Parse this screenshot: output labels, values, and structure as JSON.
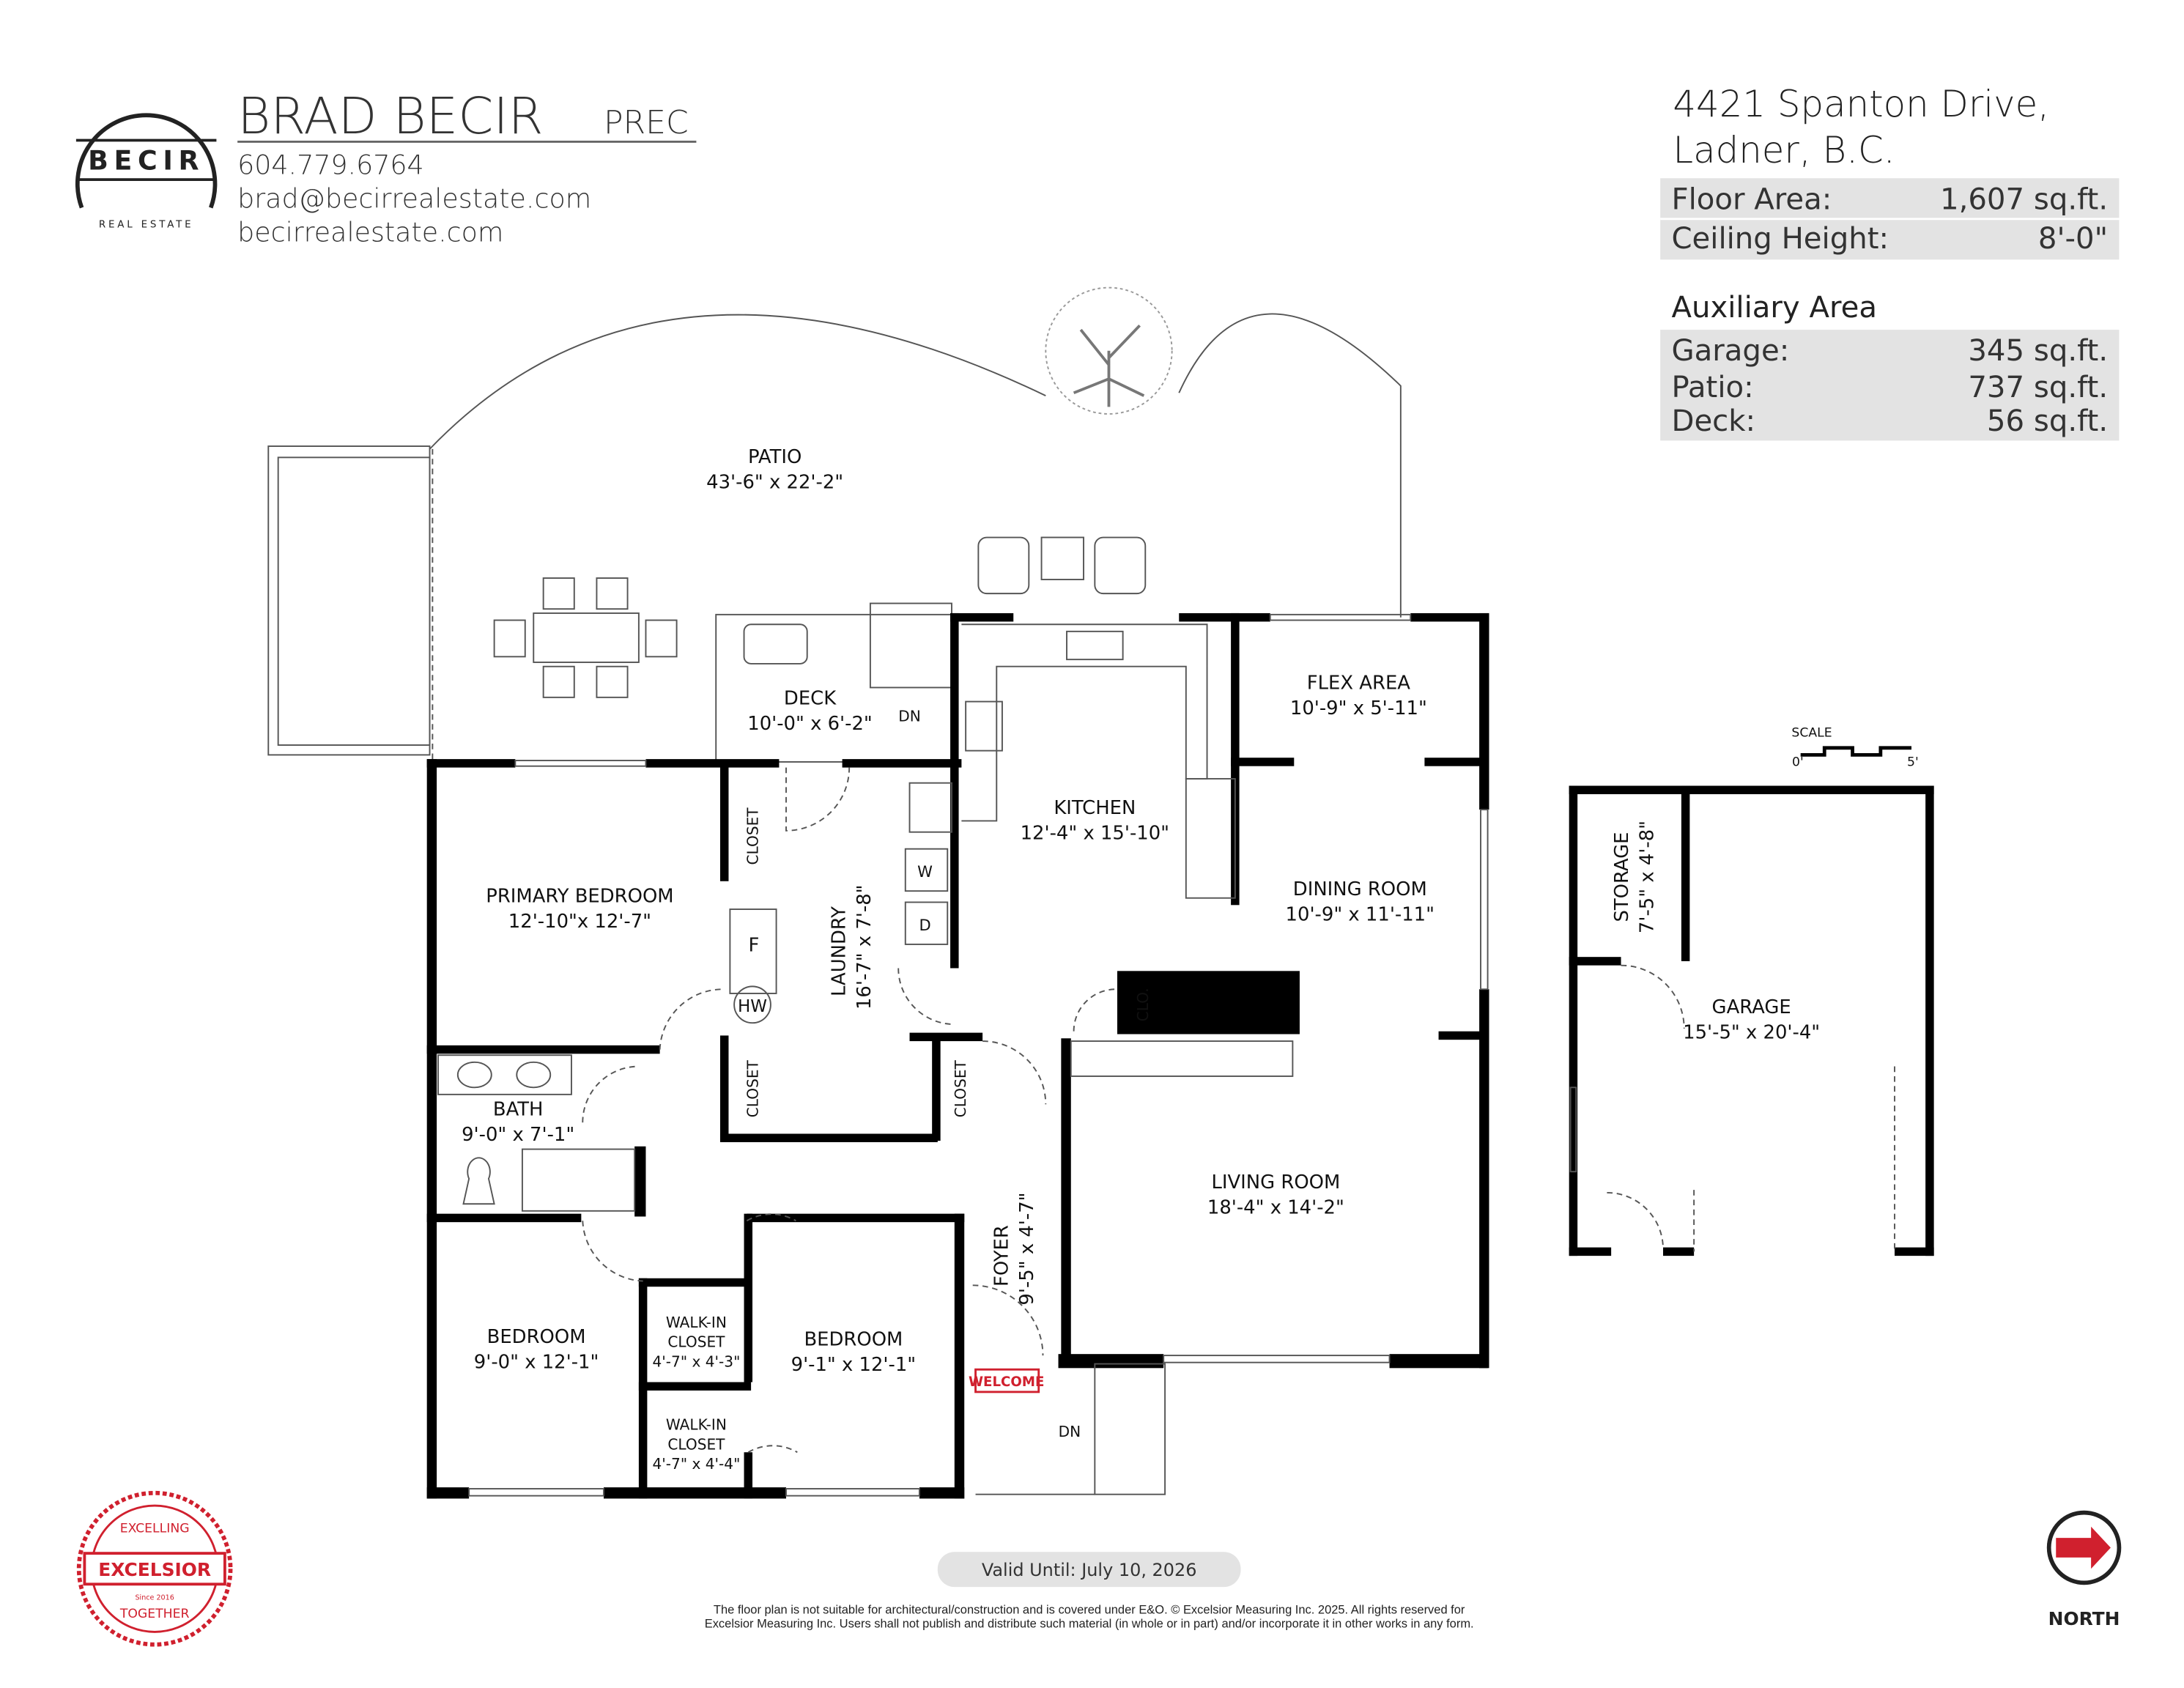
{
  "agent": {
    "logo_text": "BECIR",
    "logo_subtext": "REAL ESTATE",
    "name": "BRAD BECIR",
    "designation": "PREC",
    "phone": "604.779.6764",
    "email": "brad@becirrealestate.com",
    "website": "becirrealestate.com"
  },
  "property": {
    "address_line1": "4421 Spanton Drive,",
    "address_line2": "Ladner, B.C.",
    "main": [
      {
        "label": "Floor Area:",
        "value": "1,607 sq.ft."
      },
      {
        "label": "Ceiling Height:",
        "value": "8'-0\""
      }
    ],
    "auxiliary_title": "Auxiliary Area",
    "auxiliary": [
      {
        "label": "Garage:",
        "value": "345 sq.ft."
      },
      {
        "label": "Patio:",
        "value": "737 sq.ft."
      },
      {
        "label": "Deck:",
        "value": "56 sq.ft."
      }
    ]
  },
  "rooms": {
    "patio": {
      "name": "PATIO",
      "dims": "43'-6\" x 22'-2\""
    },
    "deck": {
      "name": "DECK",
      "dims": "10'-0\" x 6'-2\""
    },
    "deck_dn": "DN",
    "flex": {
      "name": "FLEX AREA",
      "dims": "10'-9\" x 5'-11\""
    },
    "kitchen": {
      "name": "KITCHEN",
      "dims": "12'-4\" x 15'-10\""
    },
    "dining": {
      "name": "DINING ROOM",
      "dims": "10'-9\" x 11'-11\""
    },
    "primary": {
      "name": "PRIMARY BEDROOM",
      "dims": "12'-10\"x 12'-7\""
    },
    "closet_label": "CLOSET",
    "clo_label": "CLO.",
    "laundry": {
      "name": "LAUNDRY",
      "dims": "16'-7\" x 7'-8\""
    },
    "freezer": "F",
    "hot_water": "HW",
    "washer": "W",
    "dryer": "D",
    "bath": {
      "name": "BATH",
      "dims": "9'-0\" x 7'-1\""
    },
    "living": {
      "name": "LIVING ROOM",
      "dims": "18'-4\" x 14'-2\""
    },
    "foyer": {
      "name": "FOYER",
      "dims": "9'-5\" x 4'-7\""
    },
    "bedroom2": {
      "name": "BEDROOM",
      "dims": "9'-0\" x 12'-1\""
    },
    "bedroom3": {
      "name": "BEDROOM",
      "dims": "9'-1\" x 12'-1\""
    },
    "walkin1": {
      "name1": "WALK-IN",
      "name2": "CLOSET",
      "dims": "4'-7\" x 4'-3\""
    },
    "walkin2": {
      "name1": "WALK-IN",
      "name2": "CLOSET",
      "dims": "4'-7\" x 4'-4\""
    },
    "welcome": "WELCOME",
    "front_dn": "DN",
    "storage": {
      "name": "STORAGE",
      "dims": "7'-5\" x 4'-8\""
    },
    "garage": {
      "name": "GARAGE",
      "dims": "15'-5\" x 20'-4\""
    }
  },
  "scale": {
    "label": "SCALE",
    "min": "0'",
    "max": "5'"
  },
  "north_label": "NORTH",
  "badge": {
    "top": "EXCELLING",
    "middle": "EXCELSIOR",
    "bottom": "TOGETHER",
    "since": "Since 2016"
  },
  "valid_until": "Valid Until: July 10, 2026",
  "disclaimer_line1": "The floor plan is not suitable for architectural/construction and is covered under E&O. © Excelsior Measuring Inc. 2025. All rights reserved for",
  "disclaimer_line2": "Excelsior Measuring Inc. Users shall not publish and distribute such material (in whole or in part) and/or incorporate it in other works in any form.",
  "colors": {
    "accent_red": "#d0202e",
    "panel_grey": "#e3e3e3",
    "wall": "#000000"
  }
}
